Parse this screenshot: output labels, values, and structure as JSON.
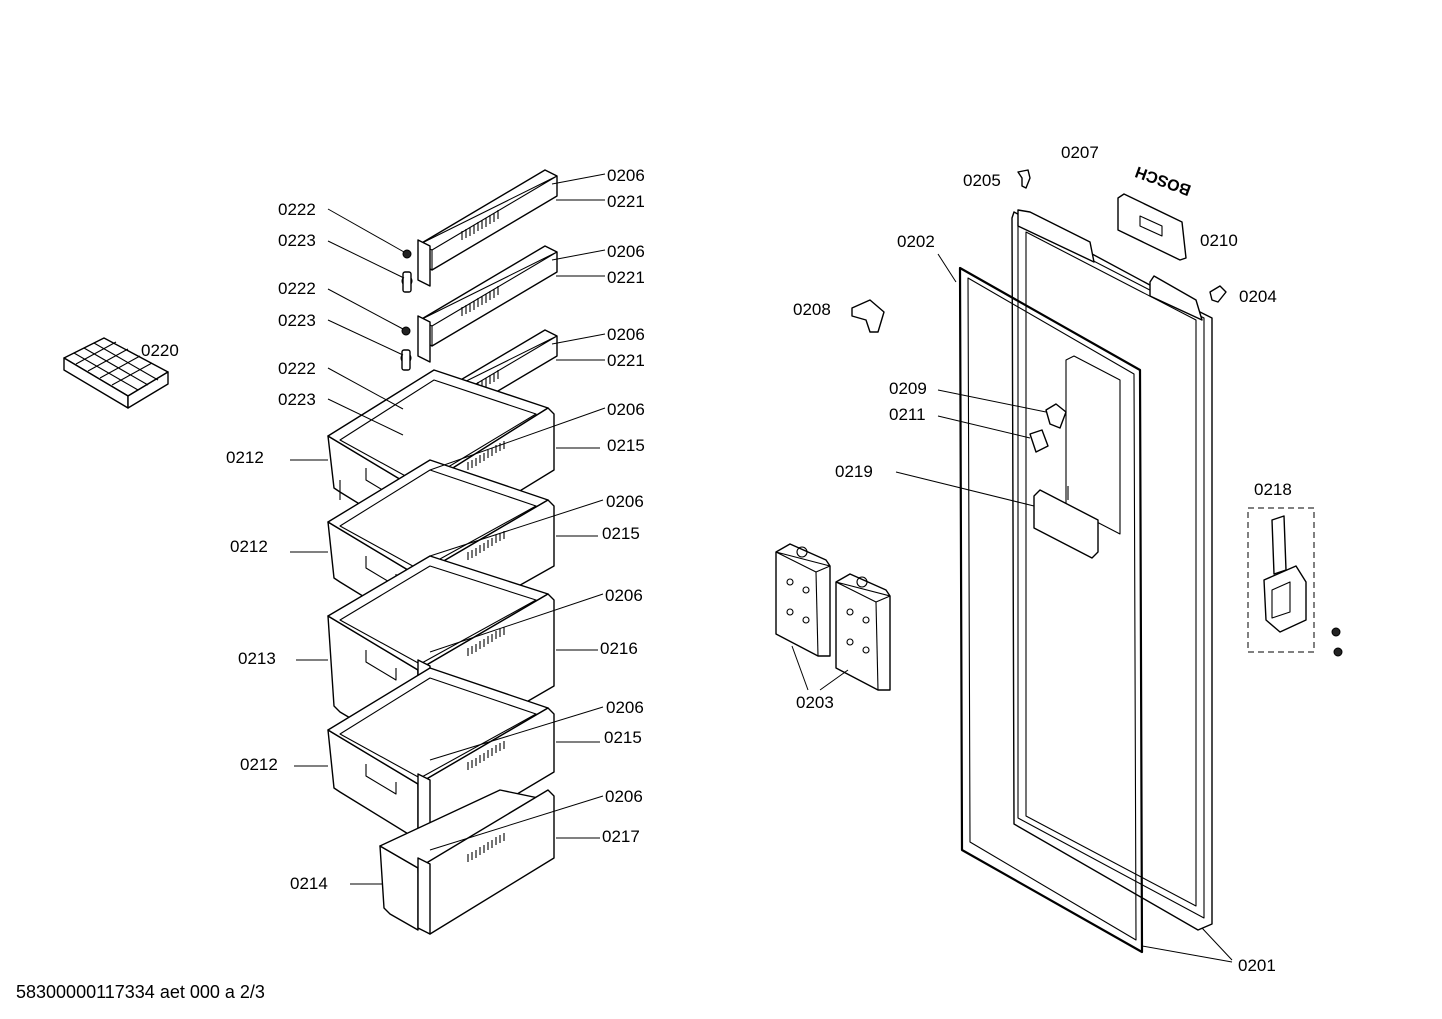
{
  "diagram": {
    "footer_text": "58300000117334 aet 000 a 2/3",
    "brand_text": "BOSCH",
    "labels": [
      {
        "id": "0206",
        "text": "0206"
      },
      {
        "id": "0221",
        "text": "0221"
      },
      {
        "id": "0222",
        "text": "0222"
      },
      {
        "id": "0223",
        "text": "0223"
      },
      {
        "id": "0206b",
        "text": "0206"
      },
      {
        "id": "0221b",
        "text": "0221"
      },
      {
        "id": "0222b",
        "text": "0222"
      },
      {
        "id": "0223b",
        "text": "0223"
      },
      {
        "id": "0206c",
        "text": "0206"
      },
      {
        "id": "0221c",
        "text": "0221"
      },
      {
        "id": "0222c",
        "text": "0222"
      },
      {
        "id": "0223c",
        "text": "0223"
      },
      {
        "id": "0220",
        "text": "0220"
      },
      {
        "id": "0206d",
        "text": "0206"
      },
      {
        "id": "0215",
        "text": "0215"
      },
      {
        "id": "0212",
        "text": "0212"
      },
      {
        "id": "0206e",
        "text": "0206"
      },
      {
        "id": "0215b",
        "text": "0215"
      },
      {
        "id": "0212b",
        "text": "0212"
      },
      {
        "id": "0206f",
        "text": "0206"
      },
      {
        "id": "0216",
        "text": "0216"
      },
      {
        "id": "0213",
        "text": "0213"
      },
      {
        "id": "0206g",
        "text": "0206"
      },
      {
        "id": "0215c",
        "text": "0215"
      },
      {
        "id": "0212c",
        "text": "0212"
      },
      {
        "id": "0206h",
        "text": "0206"
      },
      {
        "id": "0217",
        "text": "0217"
      },
      {
        "id": "0214",
        "text": "0214"
      },
      {
        "id": "0207",
        "text": "0207"
      },
      {
        "id": "0205",
        "text": "0205"
      },
      {
        "id": "0210",
        "text": "0210"
      },
      {
        "id": "0202",
        "text": "0202"
      },
      {
        "id": "0204",
        "text": "0204"
      },
      {
        "id": "0208",
        "text": "0208"
      },
      {
        "id": "0209",
        "text": "0209"
      },
      {
        "id": "0211",
        "text": "0211"
      },
      {
        "id": "0219",
        "text": "0219"
      },
      {
        "id": "0218",
        "text": "0218"
      },
      {
        "id": "0203",
        "text": "0203"
      },
      {
        "id": "0201",
        "text": "0201"
      }
    ]
  }
}
